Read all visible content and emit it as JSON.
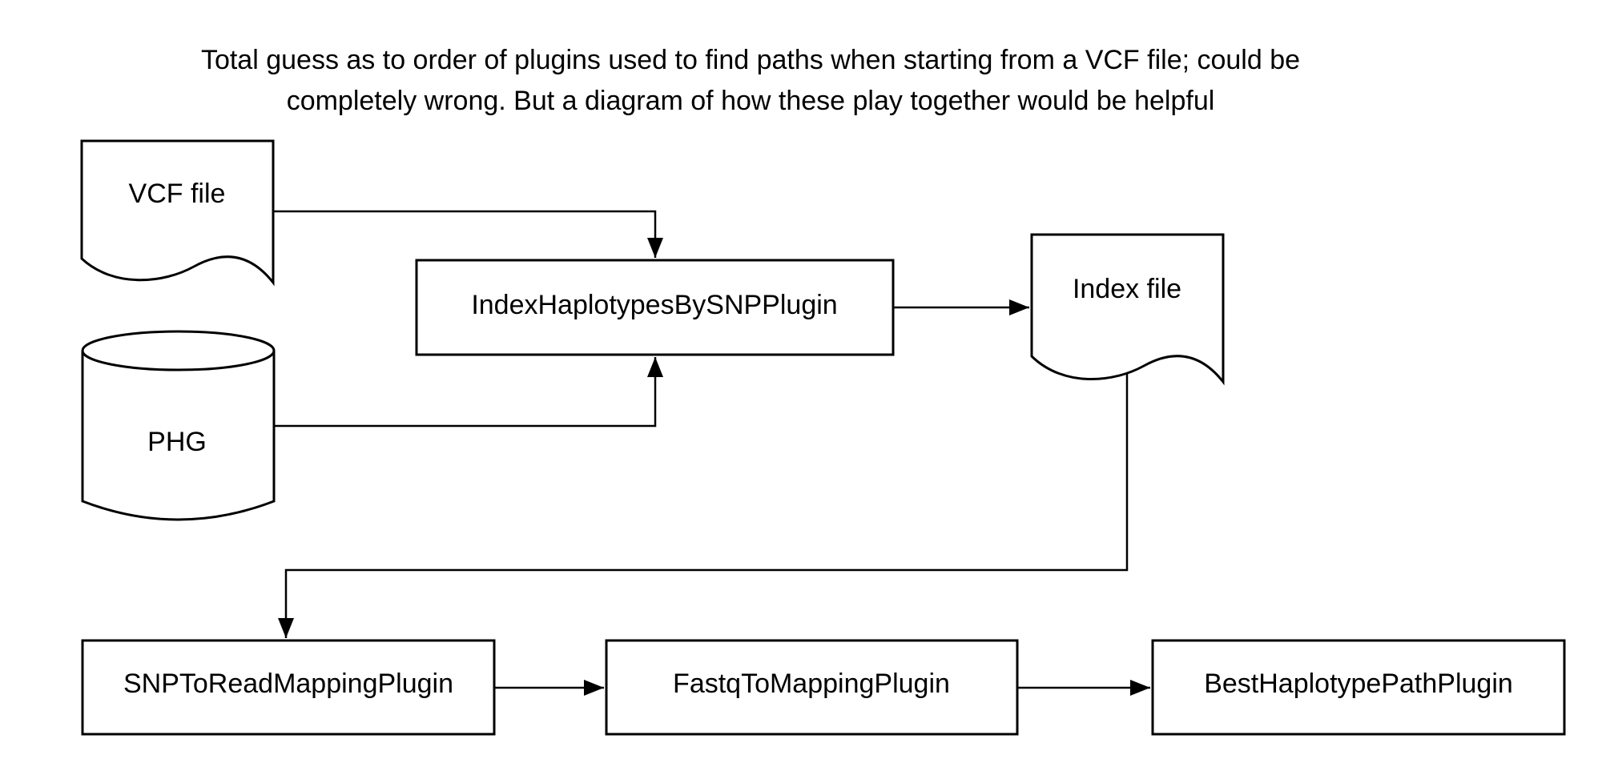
{
  "title": {
    "line1": "Total guess as to order of plugins used to find paths when starting from a VCF file; could be",
    "line2": "completely wrong. But a diagram of how these play together would be helpful"
  },
  "diagram": {
    "nodes": [
      {
        "id": "vcf-file",
        "label": "VCF file",
        "shape": "document"
      },
      {
        "id": "phg",
        "label": "PHG",
        "shape": "cylinder-database"
      },
      {
        "id": "index-haplotypes-by-snp-plugin",
        "label": "IndexHaplotypesBySNPPlugin",
        "shape": "rectangle"
      },
      {
        "id": "index-file",
        "label": "Index file",
        "shape": "document"
      },
      {
        "id": "snp-to-read-mapping-plugin",
        "label": "SNPToReadMappingPlugin",
        "shape": "rectangle"
      },
      {
        "id": "fastq-to-mapping-plugin",
        "label": "FastqToMappingPlugin",
        "shape": "rectangle"
      },
      {
        "id": "best-haplotype-path-plugin",
        "label": "BestHaplotypePathPlugin",
        "shape": "rectangle"
      }
    ],
    "edges": [
      {
        "from": "vcf-file",
        "to": "index-haplotypes-by-snp-plugin"
      },
      {
        "from": "phg",
        "to": "index-haplotypes-by-snp-plugin"
      },
      {
        "from": "index-haplotypes-by-snp-plugin",
        "to": "index-file"
      },
      {
        "from": "index-file",
        "to": "snp-to-read-mapping-plugin"
      },
      {
        "from": "snp-to-read-mapping-plugin",
        "to": "fastq-to-mapping-plugin"
      },
      {
        "from": "fastq-to-mapping-plugin",
        "to": "best-haplotype-path-plugin"
      }
    ],
    "colors": {
      "background": "#ffffff",
      "shape_fill": "#ffffff",
      "stroke": "#000000",
      "text": "#000000"
    }
  }
}
